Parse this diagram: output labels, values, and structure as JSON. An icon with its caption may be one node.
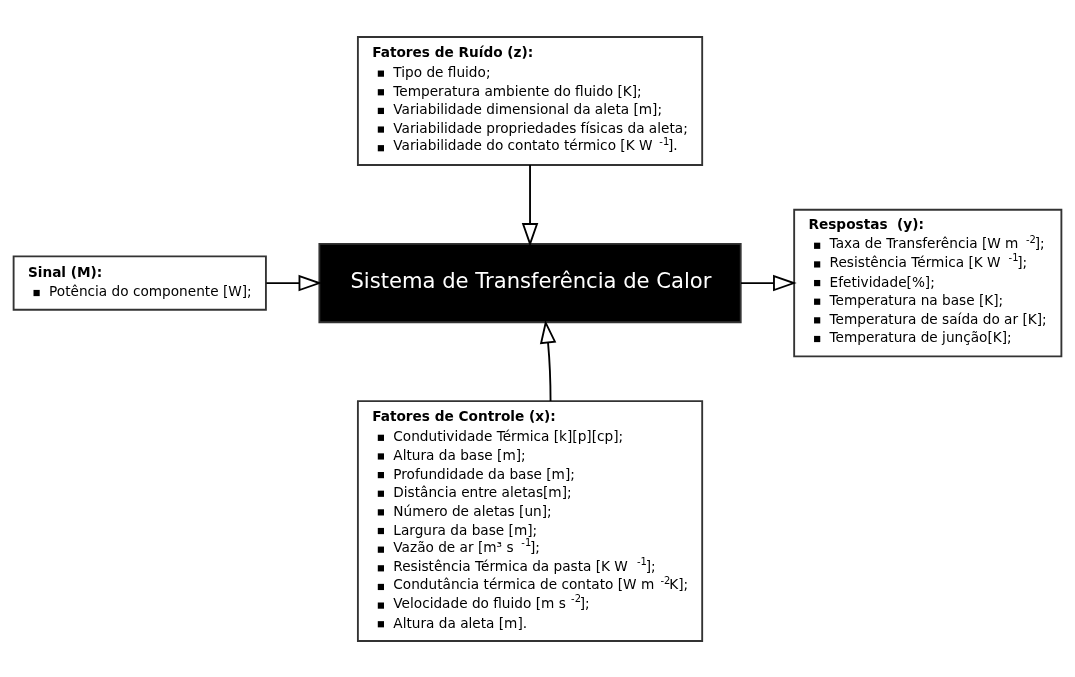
{
  "diagram": {
    "nodes": [
      {
        "text": [
          "Sistema de Transferência de Calor"
        ]
      },
      {
        "text": [
          "Fatores de Ruído (z):",
          "Tipo de fluido;",
          "Temperatura ambiente do fluido [K];",
          "Variabilidade dimensional da aleta [m];",
          "Variabilidade propriedades físicas da aleta;",
          "Variabilidade do contato térmico [K W $^{-1}$]."
        ]
      },
      {
        "text": [
          "Sinal (M):",
          "Potência do componente [W];"
        ]
      },
      {
        "text": [
          "Fatores de Controle (x):",
          "Condutividade Térmica [k][p][cp];",
          "Altura da base [m];",
          "Profundidade da base [m];",
          "Distância entre aletas[m];",
          "Número de aletas [un];",
          "Largura da base [m];",
          "Vazão de ar [m³ s $^{-1}$];",
          "Resistência Térmica da pasta [K W $^{-1}$];",
          "Condutância térmica de contato [W m $^{-2}$K];",
          "Velocidade do fluido [m s $^{-2}$];",
          "Altura da aleta [m]."
        ]
      },
      {
        "text": [
          "Respostas  (y):",
          "Taxa de Transferência [W m $^{-2}$];",
          "Resistência Térmica [K W $^{-1}$];",
          "Efetividade[%];",
          "Temperatura na base [K];",
          "Temperatura de saída do ar [K];",
          "Temperatura de junção[K];"
        ]
      }
    ],
    "edges": [
      {
        "from": 1,
        "to": 0,
        "arrow": "to"
      },
      {
        "from": 2,
        "to": 0,
        "arrow": "to"
      },
      {
        "from": 3,
        "to": 0,
        "arrow": "to"
      },
      {
        "from": 0,
        "to": 4,
        "arrow": "to"
      }
    ]
  }
}
